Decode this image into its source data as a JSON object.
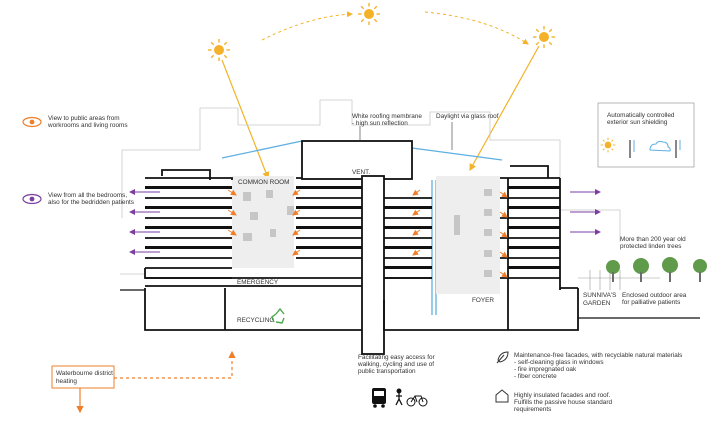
{
  "annotations": {
    "view_public_line1": "View to public areas from",
    "view_public_line2": "workrooms and living rooms",
    "view_bedrooms_line1": "View from all the bedrooms,",
    "view_bedrooms_line2": "also for the bedridden patients",
    "white_roof_line1": "White roofing membrane",
    "white_roof_line2": "- high sun reflection",
    "daylight": "Daylight via glass roof",
    "sun_shield_line1": "Automatically controlled",
    "sun_shield_line2": "exterior sun shielding",
    "linden_line1": "More than 200 year old",
    "linden_line2": "protected linden trees",
    "outdoor_line1": "Enclosed outdoor area",
    "outdoor_line2": "for palliative patients",
    "waterbourne_line1": "Waterbourne district",
    "waterbourne_line2": "heating",
    "access_line1": "Facilitating easy access for",
    "access_line2": "walking, cycling and use of",
    "access_line3": "public transportation",
    "facades_line1": "Maintenance-free facades, with recyclable natural materials",
    "facades_line2": "- self-cleaning glass in windows",
    "facades_line3": "- fire impregnated oak",
    "facades_line4": "- fiber concrete",
    "insulated_line1": "Highly insulated facades and roof.",
    "insulated_line2": "Fulfills the passive house standard",
    "insulated_line3": "requirements"
  },
  "rooms": {
    "common_room": "COMMON ROOM",
    "vent": "VENT.",
    "emergency": "EMERGENCY",
    "recycling": "RECYCLING",
    "foyer": "FOYER",
    "garden_line1": "SUNNIVA'S",
    "garden_line2": "GARDEN"
  },
  "colors": {
    "sun": "#f3b229",
    "arrow_orange": "#ef7f2a",
    "view_purple": "#7a3fa0",
    "glass_blue": "#5fb0e0",
    "tree_green": "#5f9b4a"
  },
  "icons": [
    "sun-icon",
    "eye-icon",
    "bus-icon",
    "walker-icon",
    "bicycle-icon",
    "recycling-icon",
    "leaf-icon",
    "house-icon",
    "cloud-icon"
  ]
}
